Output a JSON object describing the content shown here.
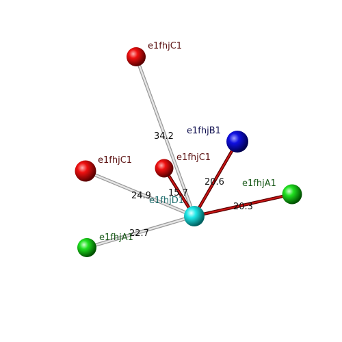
{
  "colors": {
    "red_node": "#e00000",
    "blue_node": "#0000d0",
    "green_node": "#10d010",
    "cyan_node": "#10e0e0",
    "red_label": "#5a1010",
    "blue_label": "#101050",
    "green_label": "#1a5a1a",
    "cyan_label": "#1a6a6a",
    "gray_edge": "#cfcfcf",
    "red_edge": "#b01010"
  },
  "nodes": [
    {
      "id": "center",
      "label": "e1fhjD1",
      "color": "cyan"
    },
    {
      "id": "top_red",
      "label": "e1fhjC1",
      "color": "red"
    },
    {
      "id": "mid_red",
      "label": "e1fhjC1",
      "color": "red"
    },
    {
      "id": "left_red",
      "label": "e1fhjC1",
      "color": "red"
    },
    {
      "id": "blue",
      "label": "e1fhjB1",
      "color": "blue"
    },
    {
      "id": "right_green",
      "label": "e1fhjA1",
      "color": "green"
    },
    {
      "id": "left_green",
      "label": "e1fhjA1",
      "color": "green"
    }
  ],
  "edges": [
    {
      "from": "center",
      "to": "top_red",
      "label": "34.2",
      "style": "gray"
    },
    {
      "from": "center",
      "to": "left_red",
      "label": "24.9",
      "style": "gray"
    },
    {
      "from": "center",
      "to": "left_green",
      "label": "22.7",
      "style": "gray"
    },
    {
      "from": "center",
      "to": "mid_red",
      "label": "15.7",
      "style": "red"
    },
    {
      "from": "center",
      "to": "blue",
      "label": "20.6",
      "style": "red"
    },
    {
      "from": "center",
      "to": "right_green",
      "label": "20.3",
      "style": "red"
    }
  ]
}
